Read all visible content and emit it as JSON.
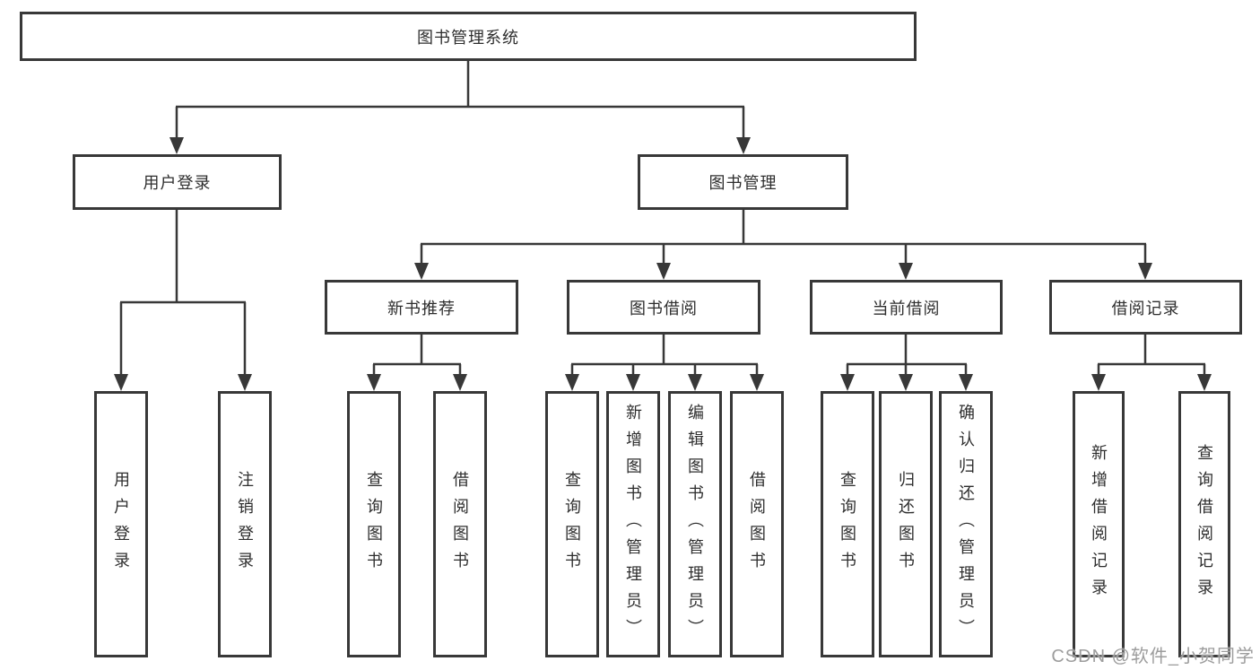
{
  "diagram": {
    "root": {
      "label": "图书管理系统"
    },
    "branches": [
      {
        "label": "用户登录",
        "children": [
          {
            "label": "用户登录"
          },
          {
            "label": "注销登录"
          }
        ]
      },
      {
        "label": "图书管理",
        "children": [
          {
            "label": "新书推荐",
            "children": [
              {
                "label": "查询图书"
              },
              {
                "label": "借阅图书"
              }
            ]
          },
          {
            "label": "图书借阅",
            "children": [
              {
                "label": "查询图书"
              },
              {
                "label": "新增图书（管理员）"
              },
              {
                "label": "编辑图书（管理员）"
              },
              {
                "label": "借阅图书"
              }
            ]
          },
          {
            "label": "当前借阅",
            "children": [
              {
                "label": "查询图书"
              },
              {
                "label": "归还图书"
              },
              {
                "label": "确认归还（管理员）"
              }
            ]
          },
          {
            "label": "借阅记录",
            "children": [
              {
                "label": "新增借阅记录"
              },
              {
                "label": "查询借阅记录"
              }
            ]
          }
        ]
      }
    ]
  },
  "watermark": {
    "text": "CSDN @软件_小贺同学"
  },
  "colors": {
    "line": "#383838",
    "text": "#2e2e2e",
    "watermark": "#9d9d9d",
    "background": "#ffffff"
  }
}
